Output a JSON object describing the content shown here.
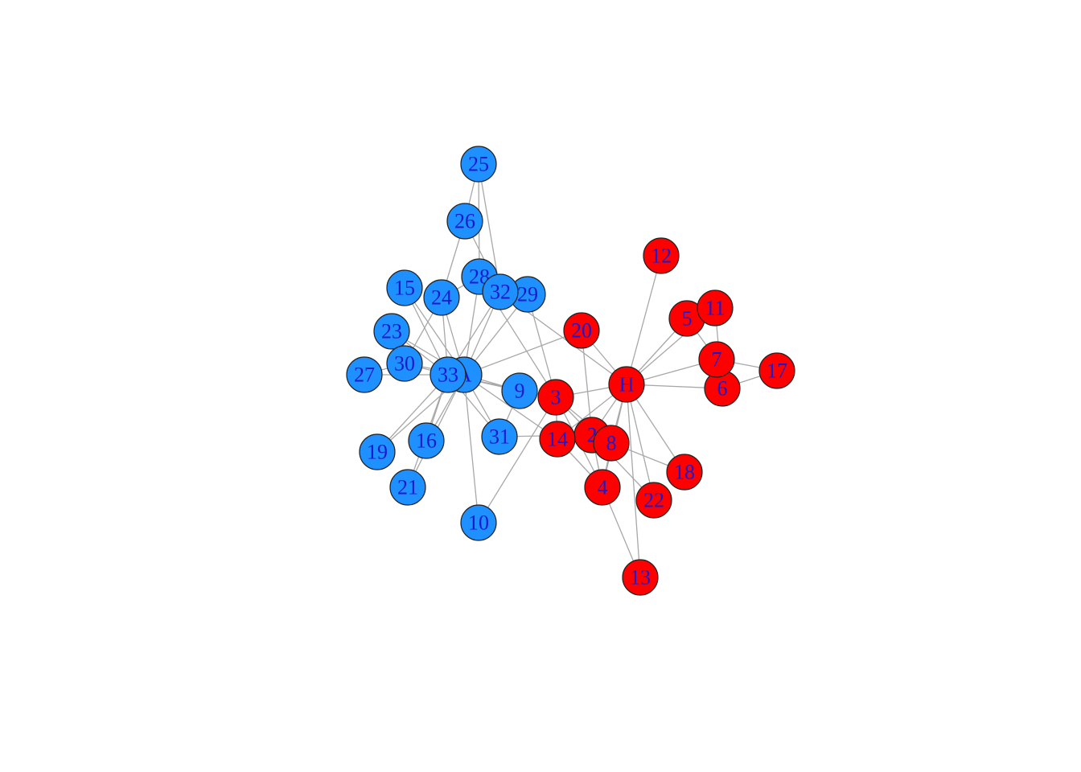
{
  "colors": {
    "community_a": "#1e90ff",
    "community_h": "#ff0000",
    "edge": "#a8a8a8",
    "label": "#1a1acc"
  },
  "nodes": [
    {
      "id": "A",
      "label": "A",
      "group": "a"
    },
    {
      "id": "33",
      "label": "33",
      "group": "a"
    },
    {
      "id": "H",
      "label": "H",
      "group": "h"
    },
    {
      "id": "2",
      "label": "2",
      "group": "h"
    },
    {
      "id": "3",
      "label": "3",
      "group": "h"
    },
    {
      "id": "4",
      "label": "4",
      "group": "h"
    },
    {
      "id": "5",
      "label": "5",
      "group": "h"
    },
    {
      "id": "6",
      "label": "6",
      "group": "h"
    },
    {
      "id": "7",
      "label": "7",
      "group": "h"
    },
    {
      "id": "8",
      "label": "8",
      "group": "h"
    },
    {
      "id": "9",
      "label": "9",
      "group": "a"
    },
    {
      "id": "10",
      "label": "10",
      "group": "a"
    },
    {
      "id": "11",
      "label": "11",
      "group": "h"
    },
    {
      "id": "12",
      "label": "12",
      "group": "h"
    },
    {
      "id": "13",
      "label": "13",
      "group": "h"
    },
    {
      "id": "14",
      "label": "14",
      "group": "h"
    },
    {
      "id": "15",
      "label": "15",
      "group": "a"
    },
    {
      "id": "16",
      "label": "16",
      "group": "a"
    },
    {
      "id": "17",
      "label": "17",
      "group": "h"
    },
    {
      "id": "18",
      "label": "18",
      "group": "h"
    },
    {
      "id": "19",
      "label": "19",
      "group": "a"
    },
    {
      "id": "20",
      "label": "20",
      "group": "h"
    },
    {
      "id": "21",
      "label": "21",
      "group": "a"
    },
    {
      "id": "22",
      "label": "22",
      "group": "h"
    },
    {
      "id": "23",
      "label": "23",
      "group": "a"
    },
    {
      "id": "24",
      "label": "24",
      "group": "a"
    },
    {
      "id": "25",
      "label": "25",
      "group": "a"
    },
    {
      "id": "26",
      "label": "26",
      "group": "a"
    },
    {
      "id": "27",
      "label": "27",
      "group": "a"
    },
    {
      "id": "28",
      "label": "28",
      "group": "a"
    },
    {
      "id": "29",
      "label": "29",
      "group": "a"
    },
    {
      "id": "30",
      "label": "30",
      "group": "a"
    },
    {
      "id": "31",
      "label": "31",
      "group": "a"
    },
    {
      "id": "32",
      "label": "32",
      "group": "a"
    }
  ],
  "edges": [
    [
      "H",
      "2"
    ],
    [
      "H",
      "3"
    ],
    [
      "H",
      "4"
    ],
    [
      "H",
      "5"
    ],
    [
      "H",
      "6"
    ],
    [
      "H",
      "7"
    ],
    [
      "H",
      "8"
    ],
    [
      "H",
      "11"
    ],
    [
      "H",
      "12"
    ],
    [
      "H",
      "13"
    ],
    [
      "H",
      "14"
    ],
    [
      "H",
      "18"
    ],
    [
      "H",
      "20"
    ],
    [
      "H",
      "22"
    ],
    [
      "H",
      "32"
    ],
    [
      "2",
      "3"
    ],
    [
      "2",
      "4"
    ],
    [
      "2",
      "8"
    ],
    [
      "2",
      "14"
    ],
    [
      "2",
      "18"
    ],
    [
      "2",
      "20"
    ],
    [
      "2",
      "22"
    ],
    [
      "2",
      "31"
    ],
    [
      "3",
      "4"
    ],
    [
      "3",
      "8"
    ],
    [
      "3",
      "9"
    ],
    [
      "3",
      "10"
    ],
    [
      "3",
      "14"
    ],
    [
      "3",
      "28"
    ],
    [
      "3",
      "29"
    ],
    [
      "3",
      "33"
    ],
    [
      "4",
      "8"
    ],
    [
      "4",
      "13"
    ],
    [
      "4",
      "14"
    ],
    [
      "5",
      "7"
    ],
    [
      "5",
      "11"
    ],
    [
      "6",
      "7"
    ],
    [
      "6",
      "11"
    ],
    [
      "6",
      "17"
    ],
    [
      "7",
      "17"
    ],
    [
      "9",
      "31"
    ],
    [
      "9",
      "33"
    ],
    [
      "9",
      "A"
    ],
    [
      "10",
      "A"
    ],
    [
      "14",
      "A"
    ],
    [
      "15",
      "33"
    ],
    [
      "15",
      "A"
    ],
    [
      "16",
      "33"
    ],
    [
      "16",
      "A"
    ],
    [
      "19",
      "33"
    ],
    [
      "19",
      "A"
    ],
    [
      "20",
      "A"
    ],
    [
      "21",
      "33"
    ],
    [
      "21",
      "A"
    ],
    [
      "23",
      "33"
    ],
    [
      "23",
      "A"
    ],
    [
      "24",
      "26"
    ],
    [
      "24",
      "28"
    ],
    [
      "24",
      "30"
    ],
    [
      "24",
      "33"
    ],
    [
      "24",
      "A"
    ],
    [
      "25",
      "26"
    ],
    [
      "25",
      "28"
    ],
    [
      "25",
      "32"
    ],
    [
      "26",
      "32"
    ],
    [
      "27",
      "30"
    ],
    [
      "27",
      "A"
    ],
    [
      "28",
      "A"
    ],
    [
      "29",
      "32"
    ],
    [
      "29",
      "A"
    ],
    [
      "30",
      "33"
    ],
    [
      "30",
      "A"
    ],
    [
      "31",
      "33"
    ],
    [
      "31",
      "A"
    ],
    [
      "32",
      "33"
    ],
    [
      "32",
      "A"
    ],
    [
      "33",
      "A"
    ]
  ]
}
